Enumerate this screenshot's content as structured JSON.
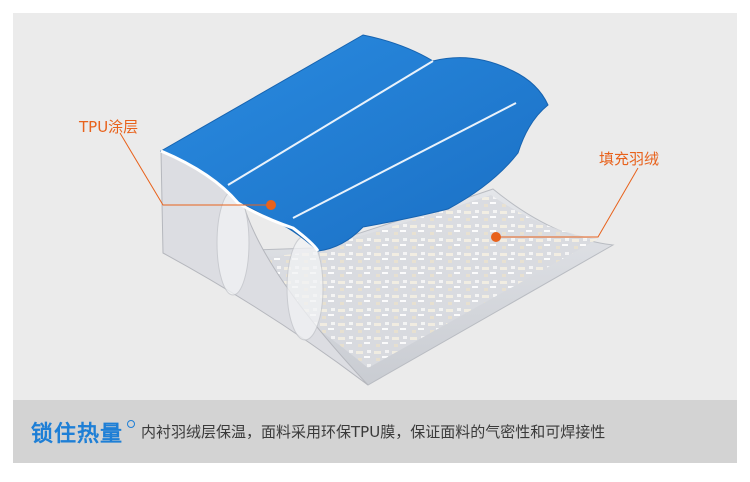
{
  "labels": {
    "tpu_coating": "TPU涂层",
    "down_fill": "填充羽绒"
  },
  "banner": {
    "title": "锁住热量",
    "description": "内衬羽绒层保温，面料采用环保TPU膜，保证面料的气密性和可焊接性"
  },
  "colors": {
    "accent_orange": "#e8621c",
    "top_blue": "#1e7fd6",
    "background": "#ebebeb",
    "banner_bg": "#d3d3d3"
  }
}
